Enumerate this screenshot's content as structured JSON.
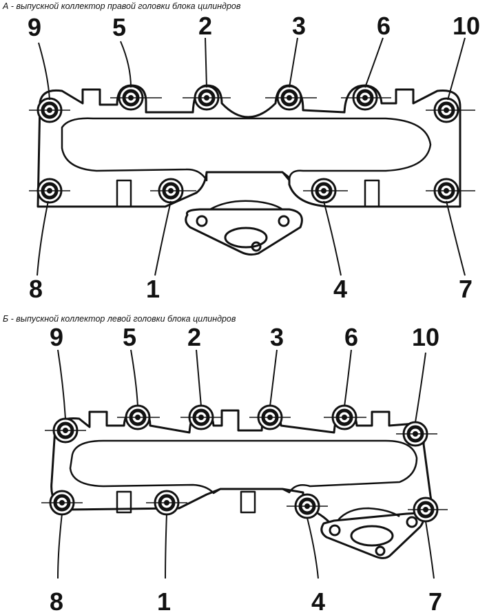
{
  "captions": {
    "a": "А -   выпускной коллектор правой головки блока цилиндров",
    "b": "Б -   выпускной коллектор левой головки блока цилиндров"
  },
  "numbers": [
    "1",
    "2",
    "3",
    "4",
    "5",
    "6",
    "7",
    "8",
    "9",
    "10"
  ]
}
